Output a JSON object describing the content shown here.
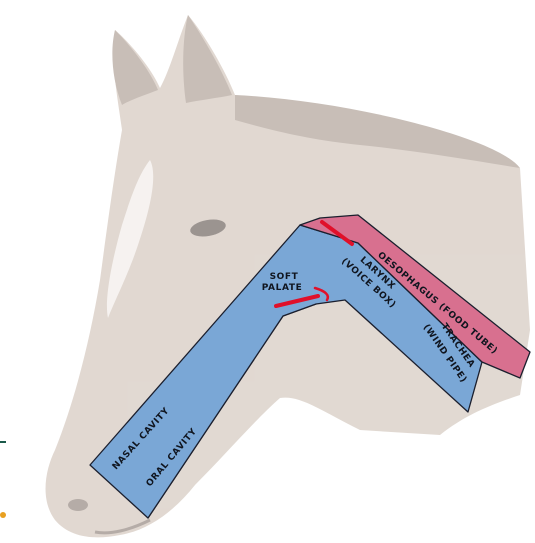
{
  "labels": {
    "nasal_cavity": "NASAL CAVITY",
    "oral_cavity": "ORAL CAVITY",
    "soft_palate_line1": "SOFT",
    "soft_palate_line2": "PALATE",
    "larynx_line1": "LARYNX",
    "larynx_line2": "(VOICE BOX)",
    "trachea_line1": "TRACHEA",
    "trachea_line2": "(WIND PIPE)",
    "oesophagus": "OESOPHAGUS (FOOD TUBE)"
  },
  "colors": {
    "airway_blue": "#7aa7d6",
    "food_pink": "#d8708f",
    "valve_red": "#e0102a",
    "outline": "#1b1f2e",
    "horse_coat": "#c9b9ad",
    "horse_dark": "#9c8a7e",
    "blaze_white": "#efe9e4",
    "background": "#ffffff"
  }
}
